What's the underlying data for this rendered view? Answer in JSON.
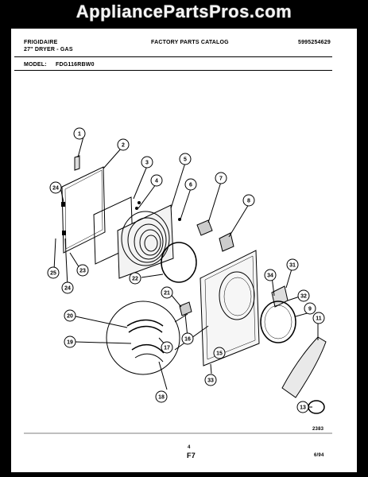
{
  "watermark": "AppliancePartsPros.com",
  "header": {
    "brand": "FRIGIDAIRE",
    "product": "27\" DRYER - GAS",
    "catalog": "FACTORY PARTS CATALOG",
    "catalog_number": "5995254629",
    "model_label": "MODEL:",
    "model_number": "FDG116RBW0"
  },
  "callouts": [
    {
      "id": "c1",
      "label": "1"
    },
    {
      "id": "c2",
      "label": "2"
    },
    {
      "id": "c3",
      "label": "3"
    },
    {
      "id": "c4",
      "label": "4"
    },
    {
      "id": "c5",
      "label": "5"
    },
    {
      "id": "c6",
      "label": "6"
    },
    {
      "id": "c7",
      "label": "7"
    },
    {
      "id": "c8",
      "label": "8"
    },
    {
      "id": "c9",
      "label": "9"
    },
    {
      "id": "c11",
      "label": "11"
    },
    {
      "id": "c13",
      "label": "13"
    },
    {
      "id": "c15",
      "label": "15"
    },
    {
      "id": "c16",
      "label": "16"
    },
    {
      "id": "c17",
      "label": "17"
    },
    {
      "id": "c18",
      "label": "18"
    },
    {
      "id": "c19",
      "label": "19"
    },
    {
      "id": "c20",
      "label": "20"
    },
    {
      "id": "c21",
      "label": "21"
    },
    {
      "id": "c22",
      "label": "22"
    },
    {
      "id": "c23",
      "label": "23"
    },
    {
      "id": "c24a",
      "label": "24"
    },
    {
      "id": "c24b",
      "label": "24"
    },
    {
      "id": "c25",
      "label": "25"
    },
    {
      "id": "c31",
      "label": "31"
    },
    {
      "id": "c32",
      "label": "32"
    },
    {
      "id": "c33",
      "label": "33"
    },
    {
      "id": "c34",
      "label": "34"
    }
  ],
  "footer": {
    "drawing_number": "2383",
    "note": "4",
    "page": "F7",
    "date": "6/94"
  }
}
